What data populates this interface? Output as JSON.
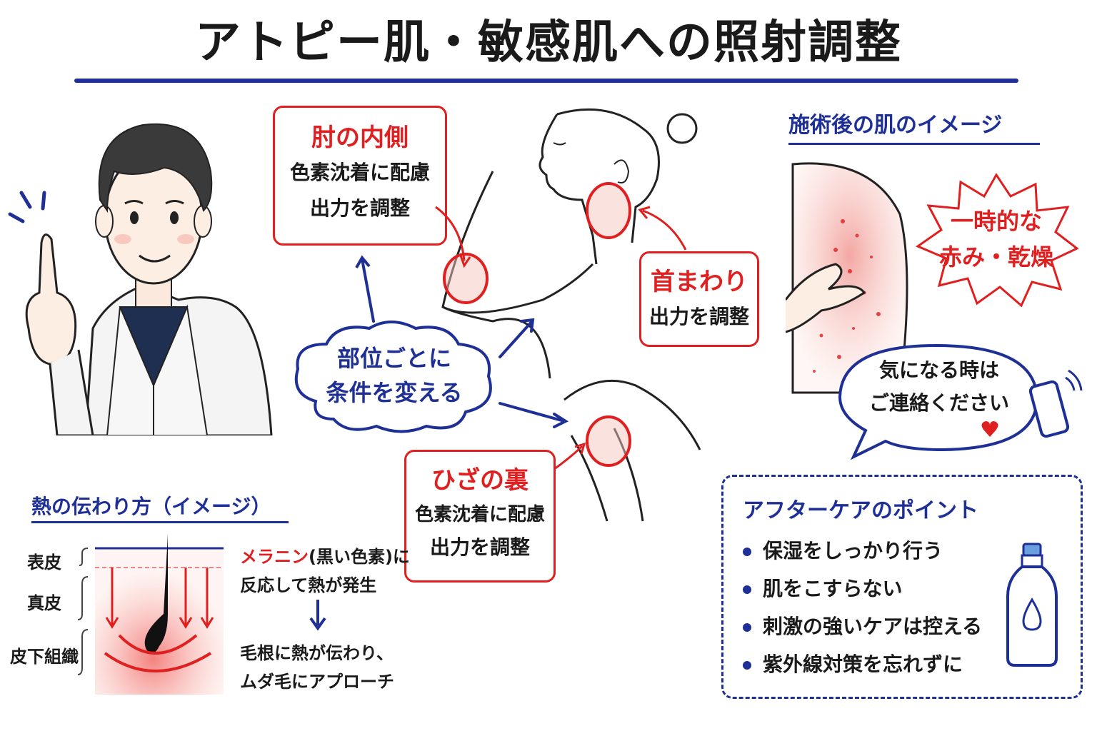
{
  "title": "アトピー肌・敏感肌への照射調整",
  "elbow": {
    "heading": "肘の内側",
    "line1": "色素沈着に配慮",
    "line2": "出力を調整"
  },
  "neck": {
    "heading": "首まわり",
    "line1": "出力を調整"
  },
  "knee": {
    "heading": "ひざの裏",
    "line1": "色素沈着に配慮",
    "line2": "出力を調整"
  },
  "cloud": {
    "line1": "部位ごとに",
    "line2": "条件を変える"
  },
  "after_image": {
    "heading": "施術後の肌のイメージ",
    "burst_line1": "一時的な",
    "burst_line2": "赤み・乾燥",
    "bubble_line1": "気になる時は",
    "bubble_line2": "ご連絡ください"
  },
  "heat": {
    "heading": "熱の伝わり方（イメージ）",
    "layers": [
      "表皮",
      "真皮",
      "皮下組織"
    ],
    "melanin": "メラニン",
    "melanin_paren": "(黒い色素)に",
    "reaction": "反応して熱が発生",
    "result1": "毛根に熱が伝わり、",
    "result2": "ムダ毛にアプローチ"
  },
  "aftercare": {
    "heading": "アフターケアのポイント",
    "items": [
      "保湿をしっかり行う",
      "肌をこすらない",
      "刺激の強いケアは控える",
      "紫外線対策を忘れずに"
    ]
  },
  "colors": {
    "navy": "#1e2f96",
    "red": "#e02020"
  }
}
